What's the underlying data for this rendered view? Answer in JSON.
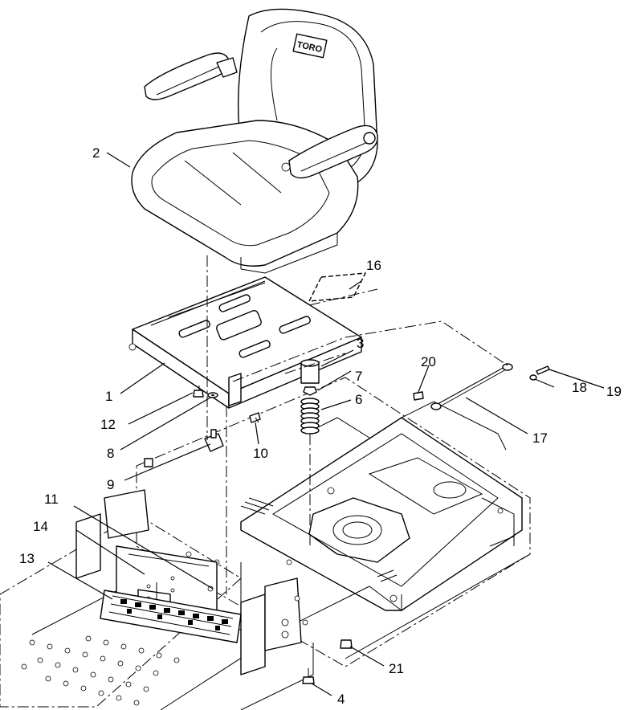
{
  "diagram": {
    "brand_text": "TORO",
    "callouts": [
      {
        "id": "c1",
        "label": "1"
      },
      {
        "id": "c2",
        "label": "2"
      },
      {
        "id": "c3",
        "label": "3"
      },
      {
        "id": "c4",
        "label": "4"
      },
      {
        "id": "c6",
        "label": "6"
      },
      {
        "id": "c7",
        "label": "7"
      },
      {
        "id": "c8",
        "label": "8"
      },
      {
        "id": "c9",
        "label": "9"
      },
      {
        "id": "c10",
        "label": "10"
      },
      {
        "id": "c11",
        "label": "11"
      },
      {
        "id": "c12",
        "label": "12"
      },
      {
        "id": "c13",
        "label": "13"
      },
      {
        "id": "c14",
        "label": "14"
      },
      {
        "id": "c16",
        "label": "16"
      },
      {
        "id": "c17",
        "label": "17"
      },
      {
        "id": "c18",
        "label": "18"
      },
      {
        "id": "c19",
        "label": "19"
      },
      {
        "id": "c20",
        "label": "20"
      },
      {
        "id": "c21",
        "label": "21"
      }
    ]
  }
}
